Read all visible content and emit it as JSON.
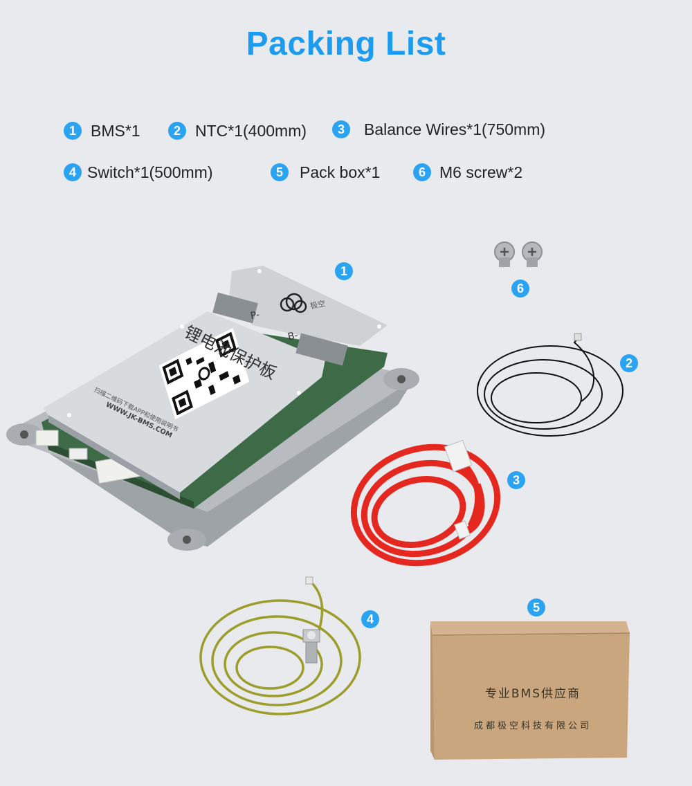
{
  "title": "Packing List",
  "items": [
    {
      "num": "1",
      "label": "BMS*1"
    },
    {
      "num": "2",
      "label": "NTC*1(400mm)"
    },
    {
      "num": "3",
      "label": "Balance Wires*1(750mm)"
    },
    {
      "num": "4",
      "label": "Switch*1(500mm)"
    },
    {
      "num": "5",
      "label": "Pack box*1"
    },
    {
      "num": "6",
      "label": "M6 screw*2"
    }
  ],
  "badges": [
    "1",
    "2",
    "3",
    "4",
    "5",
    "6"
  ],
  "board": {
    "brand": "极空",
    "title_cn": "锂电池保护板",
    "terminal_p": "P-",
    "terminal_b": "B-",
    "scan_text": "扫描二维码下载APP和使用说明书",
    "website": "WWW.JK-BMS.COM"
  },
  "box": {
    "line1": "专业BMS供应商",
    "line2": "成都极空科技有限公司"
  },
  "colors": {
    "accent": "#1b9cf0",
    "badge": "#29a3f2",
    "background": "#e8eaed"
  }
}
